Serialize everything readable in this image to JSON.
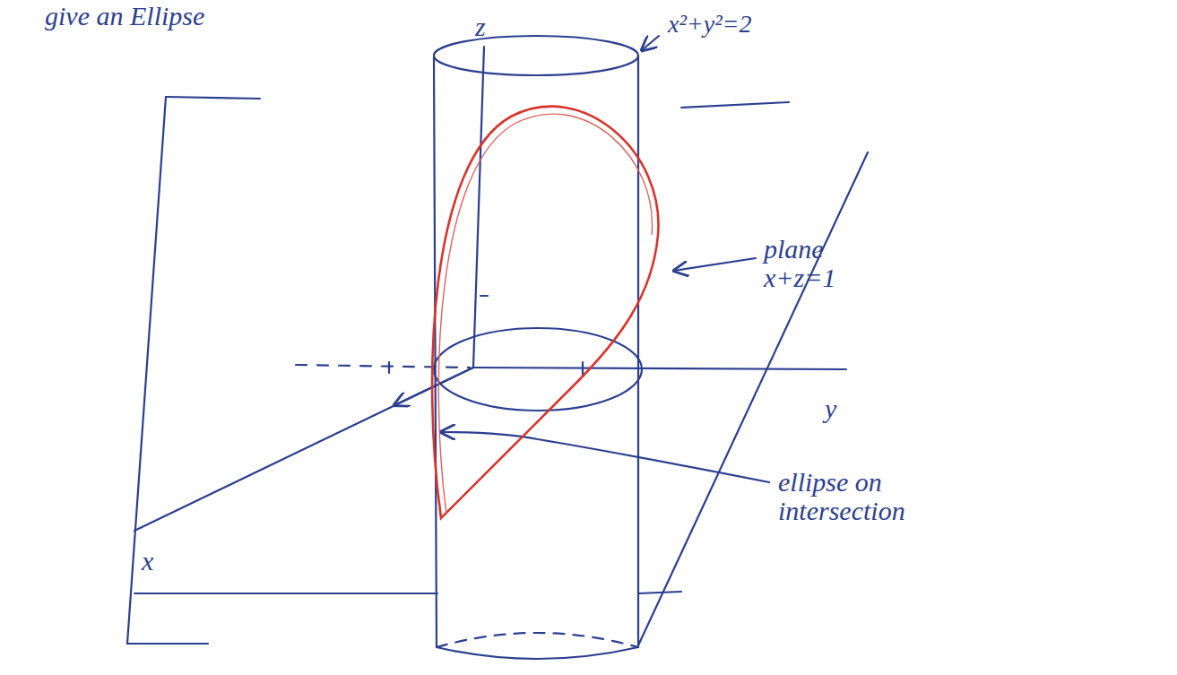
{
  "diagram": {
    "labels": [
      "give an Ellipse",
      "z",
      "x²+y²=2",
      "plane x+z=1",
      "y",
      "x",
      "ellipse on intersection"
    ]
  }
}
